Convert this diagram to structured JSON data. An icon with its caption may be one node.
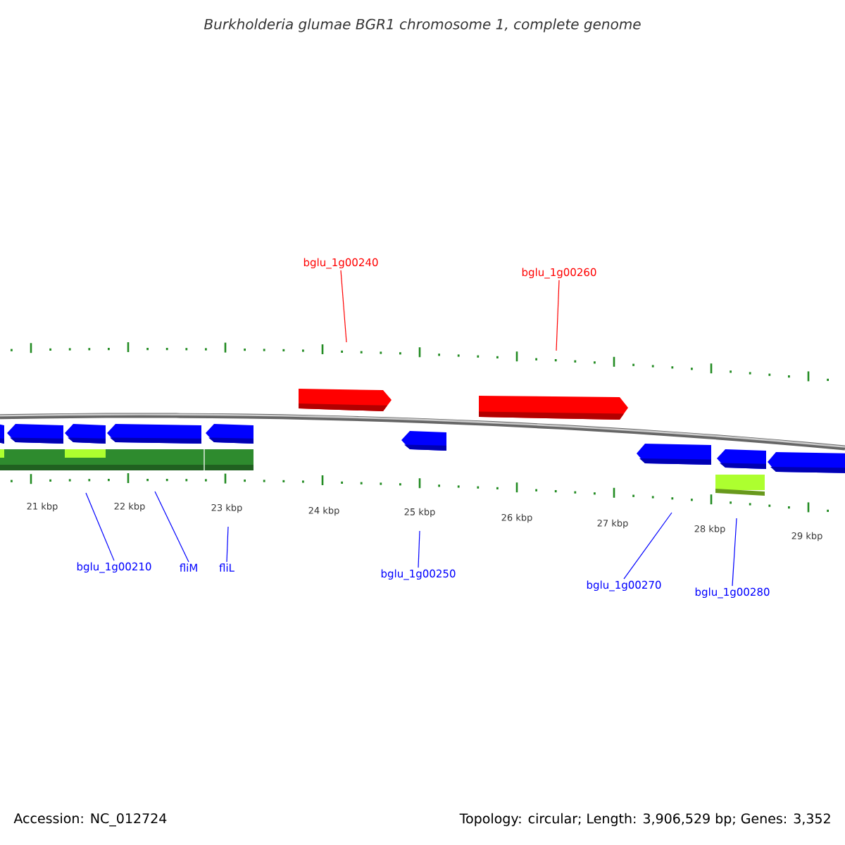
{
  "diagram": {
    "title": "Burkholderia glumae BGR1 chromosome 1, complete genome",
    "nodes": [
      {
        "text": [
          "bglu_1g00240"
        ]
      },
      {
        "text": [
          "bglu_1g00260"
        ]
      },
      {
        "text": [
          "bglu_1g00210"
        ]
      },
      {
        "text": [
          "fliM"
        ]
      },
      {
        "text": [
          "fliL"
        ]
      },
      {
        "text": [
          "bglu_1g00250"
        ]
      },
      {
        "text": [
          "bglu_1g00270"
        ]
      },
      {
        "text": [
          "bglu_1g00280"
        ]
      }
    ],
    "edges": [
      {
        "from": 0,
        "to": null,
        "arrow": "none",
        "color": "#ff0000"
      },
      {
        "from": 1,
        "to": null,
        "arrow": "none",
        "color": "#ff0000"
      },
      {
        "from": 2,
        "to": null,
        "arrow": "none"
      },
      {
        "from": 3,
        "to": null,
        "arrow": "none"
      },
      {
        "from": 4,
        "to": null,
        "arrow": "none"
      },
      {
        "from": 5,
        "to": null,
        "arrow": "none"
      },
      {
        "from": 6,
        "to": null,
        "arrow": "none"
      },
      {
        "from": 7,
        "to": null,
        "arrow": "none"
      }
    ],
    "labels": [
      "21 kbp",
      "22 kbp",
      "23 kbp",
      "24 kbp",
      "25 kbp",
      "26 kbp",
      "27 kbp",
      "28 kbp",
      "29 kbp",
      "Accession: NC_012724",
      "Topology: circular; Length: 3,906,529 bp; Genes: 3,352"
    ]
  }
}
